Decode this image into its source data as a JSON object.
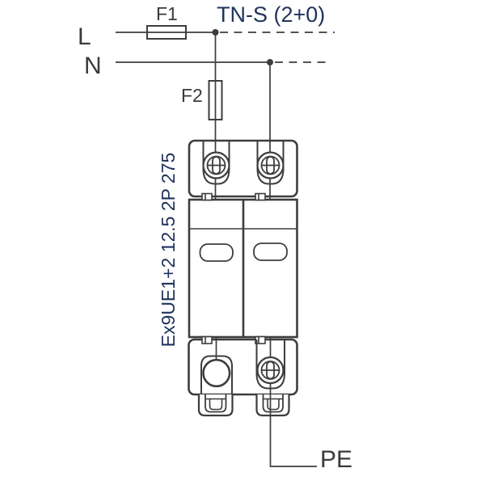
{
  "colors": {
    "background": "#ffffff",
    "line_art": "#3d3d3d",
    "label_text": "#3a3a3a",
    "accent_text": "#20335c"
  },
  "schematic": {
    "system_label": "TN-S (2+0)",
    "conductors": {
      "l": "L",
      "n": "N",
      "pe": "PE"
    },
    "fuses": {
      "f1": "F1",
      "f2": "F2"
    },
    "device": {
      "model": "Ex9UE1+2 12.5 2P 275"
    }
  }
}
